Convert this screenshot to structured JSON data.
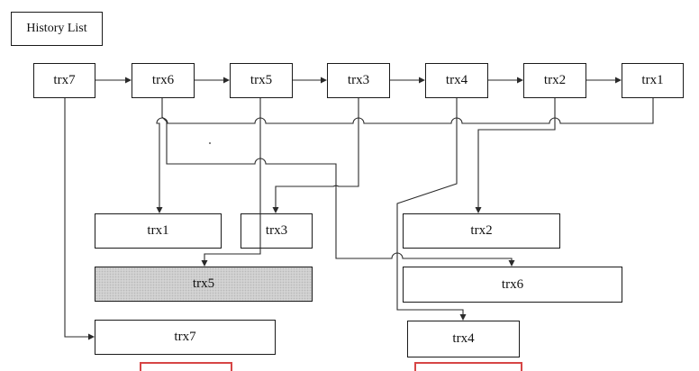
{
  "title": "History List",
  "history_list": [
    "trx7",
    "trx6",
    "trx5",
    "trx3",
    "trx4",
    "trx2",
    "trx1"
  ],
  "left_column": {
    "trx1": "trx1",
    "trx3": "trx3",
    "trx5": "trx5",
    "trx7": "trx7"
  },
  "right_column": {
    "trx2": "trx2",
    "trx6": "trx6",
    "trx4": "trx4"
  },
  "colors": {
    "line": "#2a2a2a",
    "shaded_fill": "#d3d3d3",
    "red_box": "#d64545"
  }
}
